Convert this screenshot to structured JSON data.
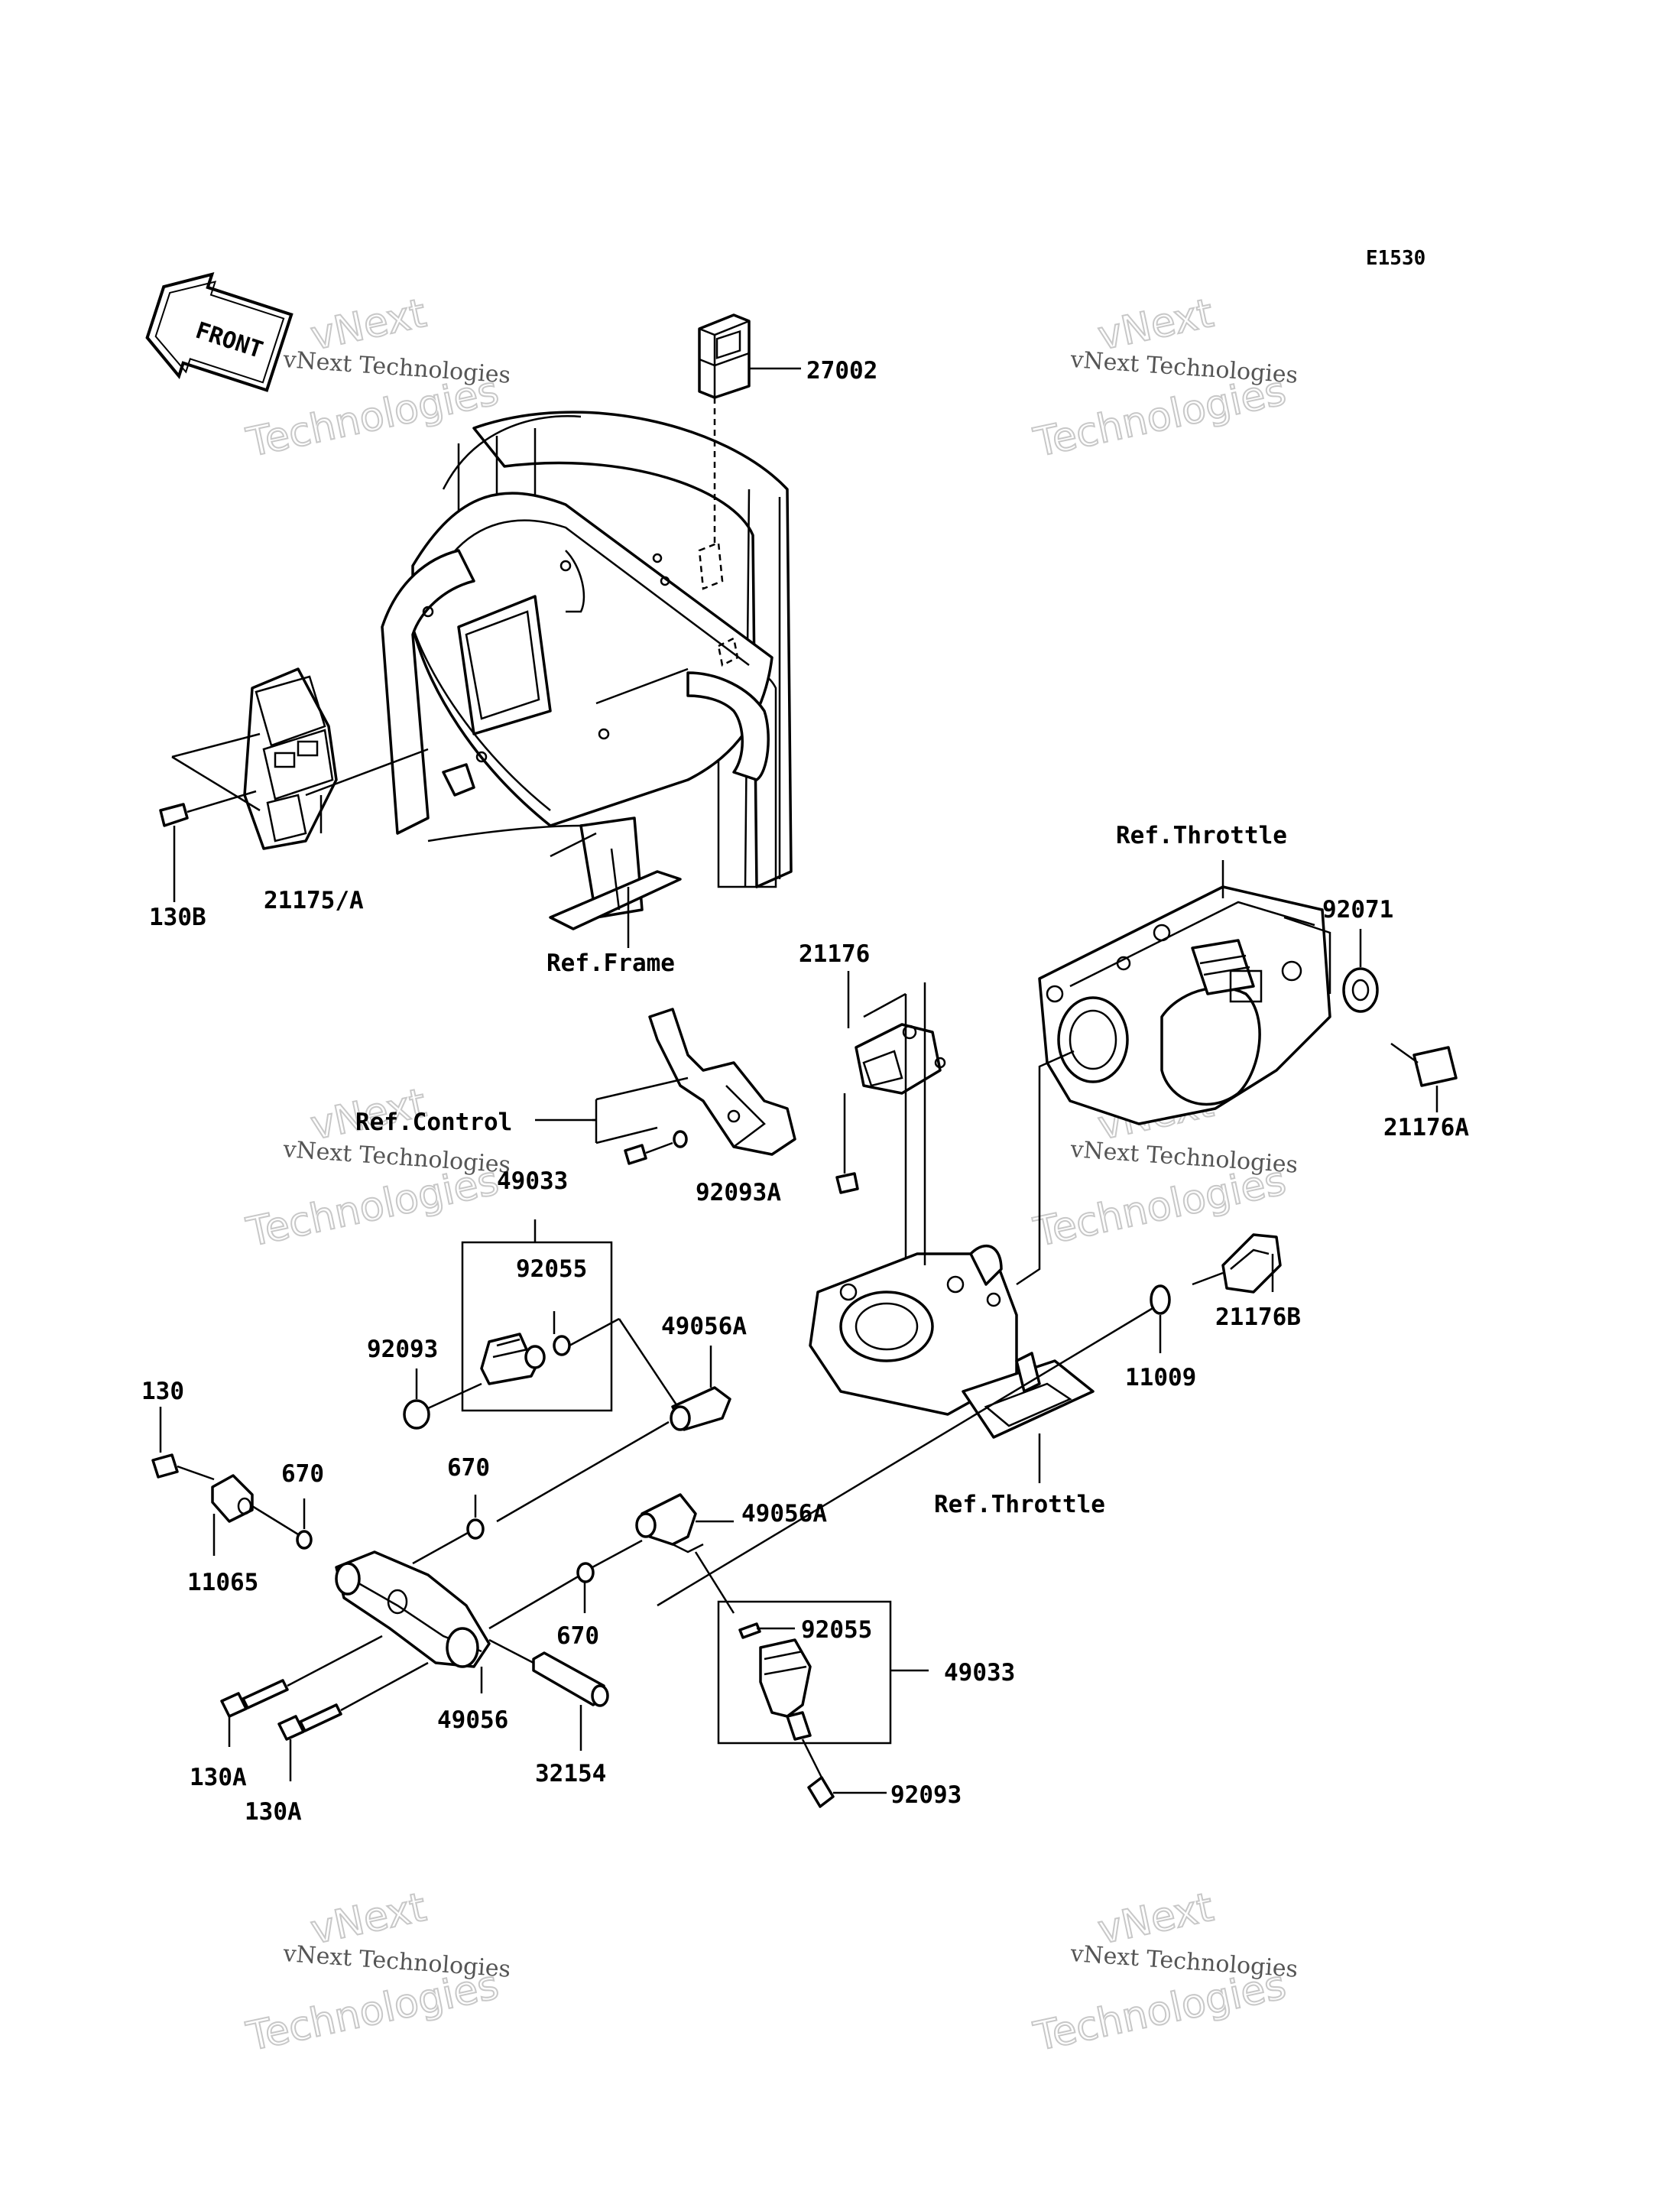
{
  "diagram": {
    "code": "E1530",
    "front_label": "FRONT",
    "watermark": {
      "line1": "vNext",
      "line2": "vNext Technologies",
      "line3": "Technologies"
    },
    "labels": {
      "p27002": "27002",
      "p130b": "130B",
      "p21175a": "21175/A",
      "ref_frame": "Ref.Frame",
      "ref_throttle_top": "Ref.Throttle",
      "p92071": "92071",
      "p21176": "21176",
      "p21176a": "21176A",
      "ref_control": "Ref.Control",
      "p92093a": "92093A",
      "p49033_top": "49033",
      "p92055_top": "92055",
      "p92093_top": "92093",
      "p49056a_top": "49056A",
      "p21176b": "21176B",
      "p11009": "11009",
      "p130": "130",
      "p670_a": "670",
      "p670_b": "670",
      "p11065": "11065",
      "p49056a_mid": "49056A",
      "ref_throttle_mid": "Ref.Throttle",
      "p670_c": "670",
      "p92055_bot": "92055",
      "p49033_bot": "49033",
      "p130a_1": "130A",
      "p49056": "49056",
      "p32154": "32154",
      "p92093_bot": "92093",
      "p130a_2": "130A"
    }
  }
}
